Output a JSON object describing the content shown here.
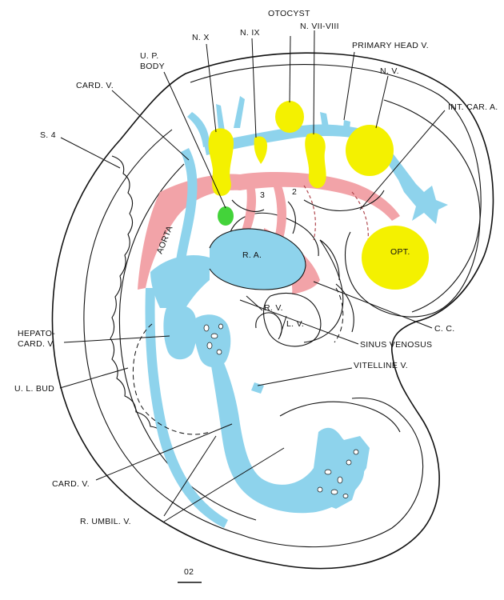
{
  "labels": {
    "otocyst": "OTOCYST",
    "n_x": "N. X",
    "n_ix": "N. IX",
    "n_vii_viii": "N. VII-VIII",
    "primary_head_v": "PRIMARY HEAD V.",
    "up_body_1": "U. P.",
    "up_body_2": "BODY",
    "card_v_top": "CARD. V.",
    "n_v": "N. V.",
    "int_car_a": "INT. CAR. A.",
    "s4": "S. 4",
    "arch3": "3",
    "arch2": "2",
    "aorta": "AORTA",
    "ra": "R. A.",
    "opt": "OPT.",
    "rv": "R. V.",
    "lv": "L. V.",
    "cc": "C. C.",
    "hepato_1": "HEPATO-",
    "hepato_2": "CARD. V.",
    "sinus": "SINUS VENOSUS",
    "vitelline": "VITELLINE V.",
    "ul_bud": "U. L. BUD",
    "card_v_bottom": "CARD. V.",
    "umbil": "R. UMBIL. V.",
    "scale": "02"
  },
  "colors": {
    "vein": "#8ed3ec",
    "artery": "#f2a3a8",
    "nerve": "#f4f100",
    "up_body": "#43d33a",
    "outline": "#111111",
    "background": "#ffffff"
  }
}
